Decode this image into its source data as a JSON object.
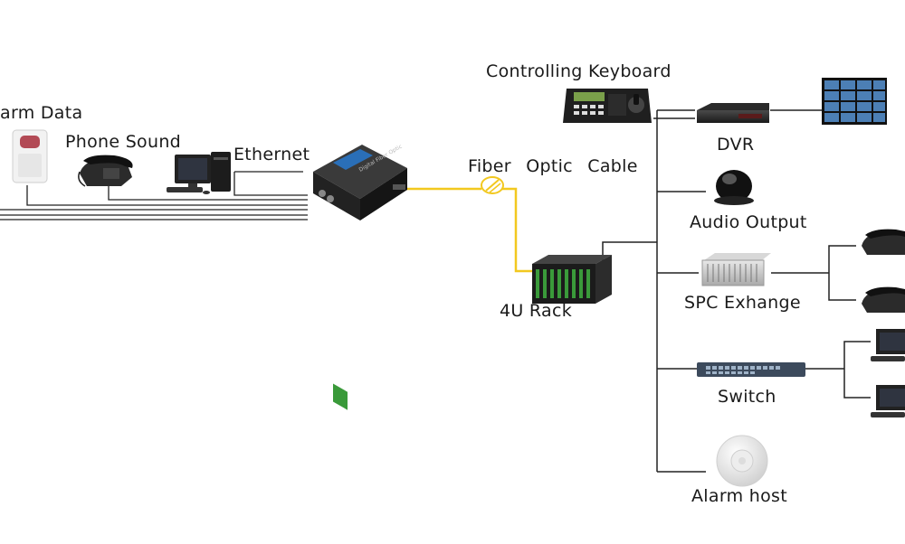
{
  "labels": {
    "alarm_data": "arm Data",
    "phone_sound": "Phone Sound",
    "ethernet": "Ethernet",
    "fiber_optic_cable": "Fiber Optic Cable",
    "controlling_keyboard": "Controlling Keyboard",
    "dvr": "DVR",
    "audio_output": "Audio Output",
    "rack": "4U Rack",
    "spc_exchange": "SPC Exhange",
    "switch": "Switch",
    "alarm_host": "Alarm host"
  },
  "colors": {
    "fiber_line": "#f2c81f",
    "line": "#222222",
    "device_dark": "#2a2a2a",
    "terminal_green": "#3a9a3a"
  },
  "icons": [
    "alarm-sensor-icon",
    "telephone-icon",
    "computer-icon",
    "fiber-transceiver-icon",
    "fiber-connector-icon",
    "keyboard-controller-icon",
    "dvr-icon",
    "video-wall-icon",
    "speaker-icon",
    "rack-icon",
    "spc-exchange-icon",
    "network-switch-icon",
    "alarm-host-icon"
  ]
}
